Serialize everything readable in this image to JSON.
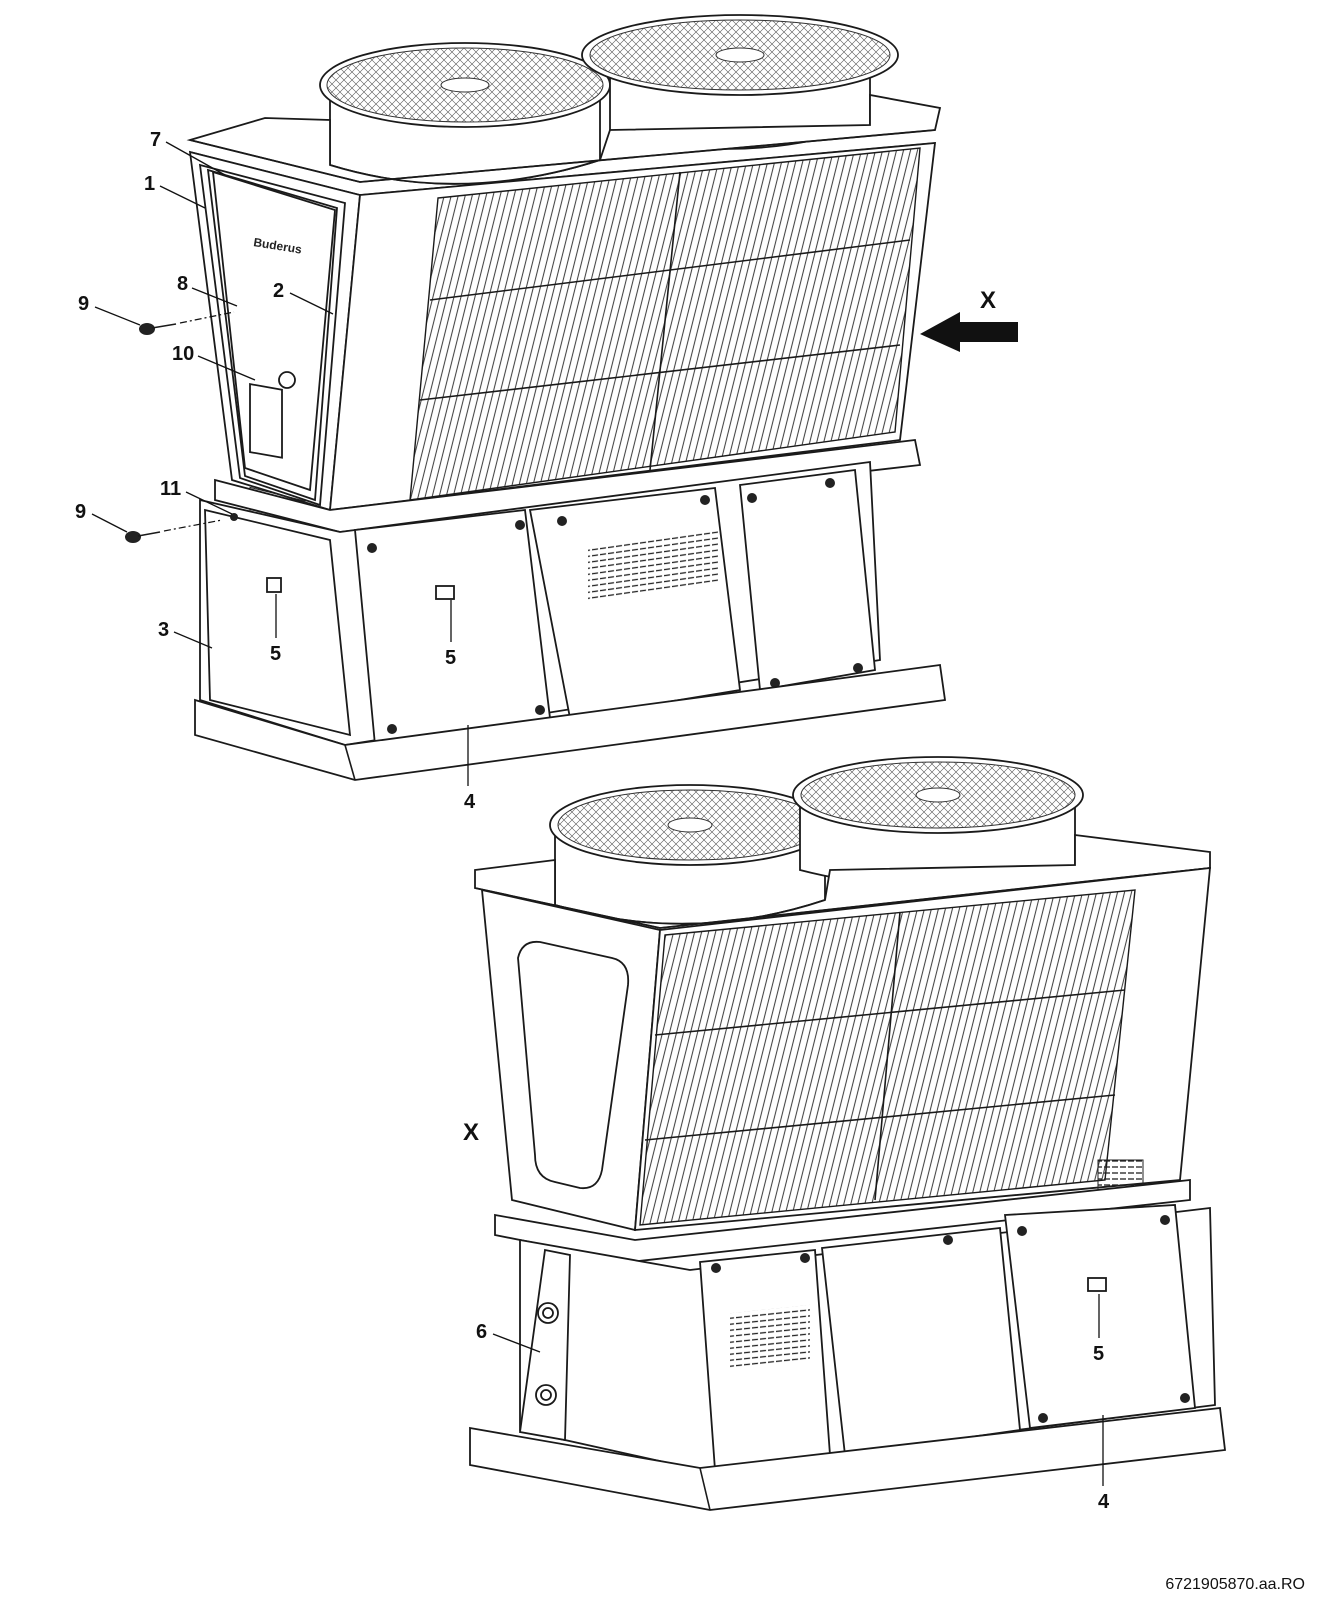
{
  "diagram": {
    "brand_logo_text": "Buderus",
    "callouts_top": [
      {
        "id": "c7",
        "text": "7"
      },
      {
        "id": "c1",
        "text": "1"
      },
      {
        "id": "c8",
        "text": "8"
      },
      {
        "id": "c2",
        "text": "2"
      },
      {
        "id": "c9a",
        "text": "9"
      },
      {
        "id": "c10",
        "text": "10"
      },
      {
        "id": "c11",
        "text": "11"
      },
      {
        "id": "c9b",
        "text": "9"
      },
      {
        "id": "c3",
        "text": "3"
      },
      {
        "id": "c5a",
        "text": "5"
      },
      {
        "id": "c5b",
        "text": "5"
      },
      {
        "id": "c4a",
        "text": "4"
      },
      {
        "id": "cXa",
        "text": "X"
      }
    ],
    "callouts_bottom": [
      {
        "id": "cXb",
        "text": "X"
      },
      {
        "id": "c6",
        "text": "6"
      },
      {
        "id": "c5c",
        "text": "5"
      },
      {
        "id": "c4b",
        "text": "4"
      }
    ],
    "figure_code": "6721905870.aa.RO"
  }
}
